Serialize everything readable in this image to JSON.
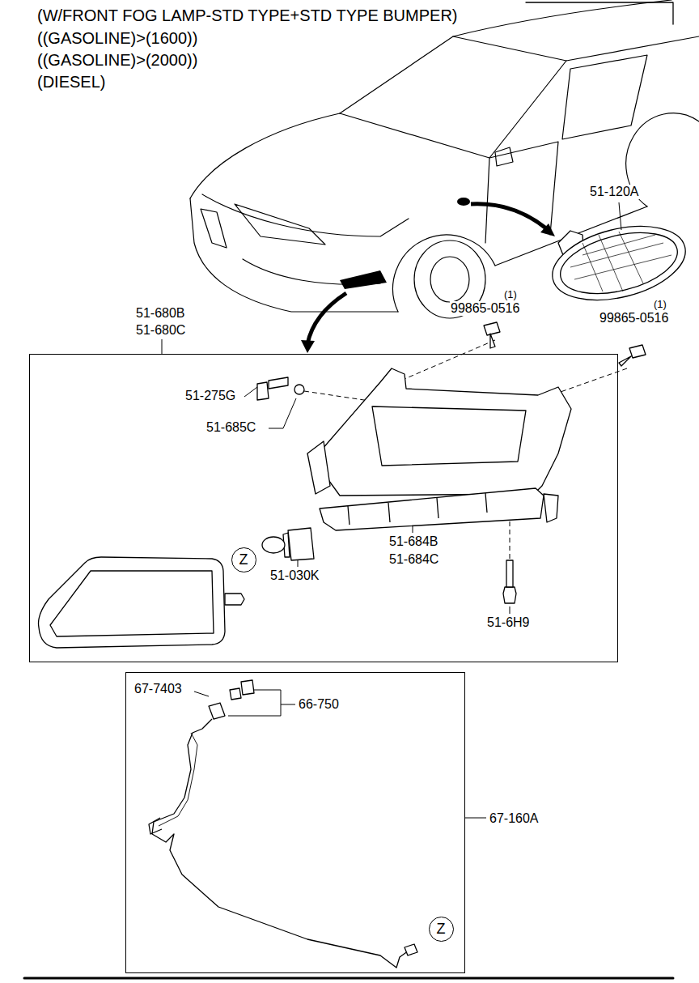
{
  "diagram": {
    "title": "(W/FRONT FOG LAMP-STD TYPE+STD TYPE BUMPER)",
    "nodes": [
      {
        "text": [
          "51-680B",
          "51-680C"
        ]
      },
      {
        "text": [
          "67-160A"
        ]
      },
      {
        "text": [
          "Z"
        ],
        "in": 0
      },
      {
        "text": [
          "Z"
        ],
        "in": 1
      }
    ],
    "labels": [
      "((GASOLINE)>(1600))",
      "((GASOLINE)>(2000))",
      "(DIESEL)",
      "51-120A",
      "(1)",
      "99865-0516",
      "(1)",
      "99865-0516",
      "51-275G",
      "51-685C",
      "51-030K",
      "51-684B",
      "51-684C",
      "51-6H9",
      "67-7403",
      "66-750"
    ]
  }
}
